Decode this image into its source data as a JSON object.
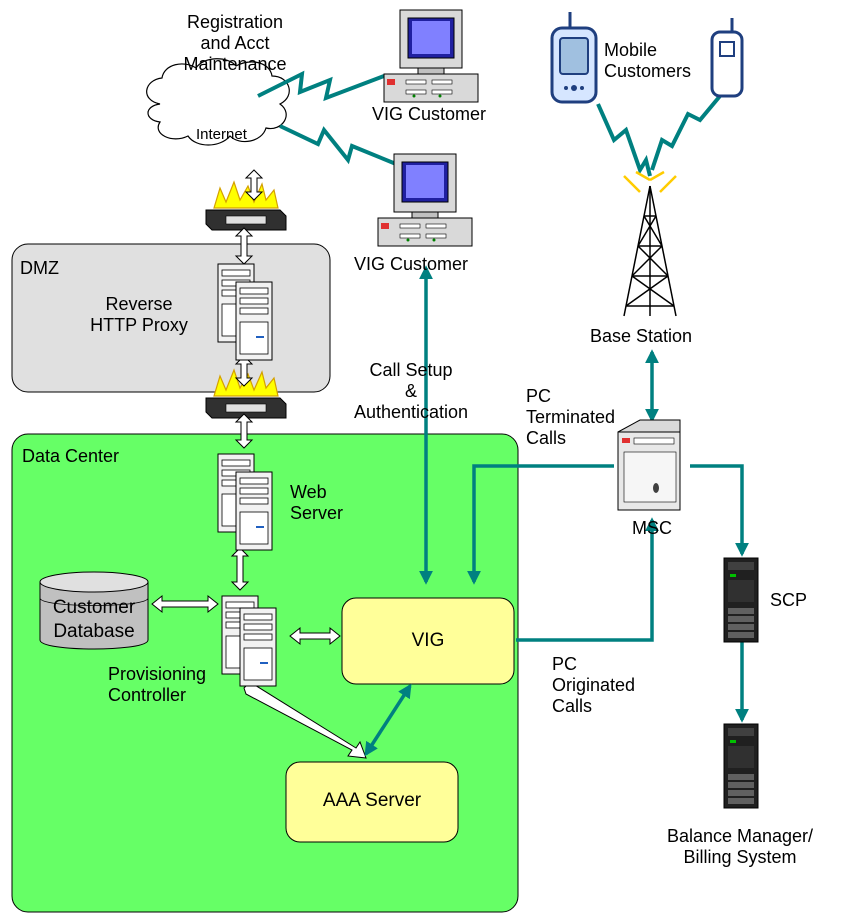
{
  "zones": {
    "dmz": "DMZ",
    "data_center": "Data Center"
  },
  "nodes": {
    "internet": "Internet",
    "vig_customer_top": "VIG Customer",
    "vig_customer_mid": "VIG Customer",
    "reverse_proxy": [
      "Reverse",
      "HTTP Proxy"
    ],
    "web_server": [
      "Web",
      "Server"
    ],
    "customer_database": [
      "Customer",
      "Database"
    ],
    "provisioning_controller": [
      "Provisioning",
      "Controller"
    ],
    "vig": "VIG",
    "aaa_server": "AAA Server",
    "mobile_customers": [
      "Mobile",
      "Customers"
    ],
    "base_station": "Base Station",
    "msc": "MSC",
    "scp": "SCP",
    "balance_manager": [
      "Balance Manager/",
      "Billing System"
    ]
  },
  "annotations": {
    "registration": [
      "Registration",
      "and Acct",
      "Maintenance"
    ],
    "call_setup": [
      "Call Setup",
      "&",
      "Authentication"
    ],
    "pc_terminated": [
      "PC",
      "Terminated",
      "Calls"
    ],
    "pc_originated": [
      "PC",
      "Originated",
      "Calls"
    ]
  },
  "colors": {
    "dmz_fill": "#e0e0e0",
    "data_center_fill": "#66ff66",
    "box_fill": "#ffff99",
    "link_teal": "#008080",
    "server_fill": "#f0f0f0",
    "firewall_flame": "#ffff00"
  }
}
